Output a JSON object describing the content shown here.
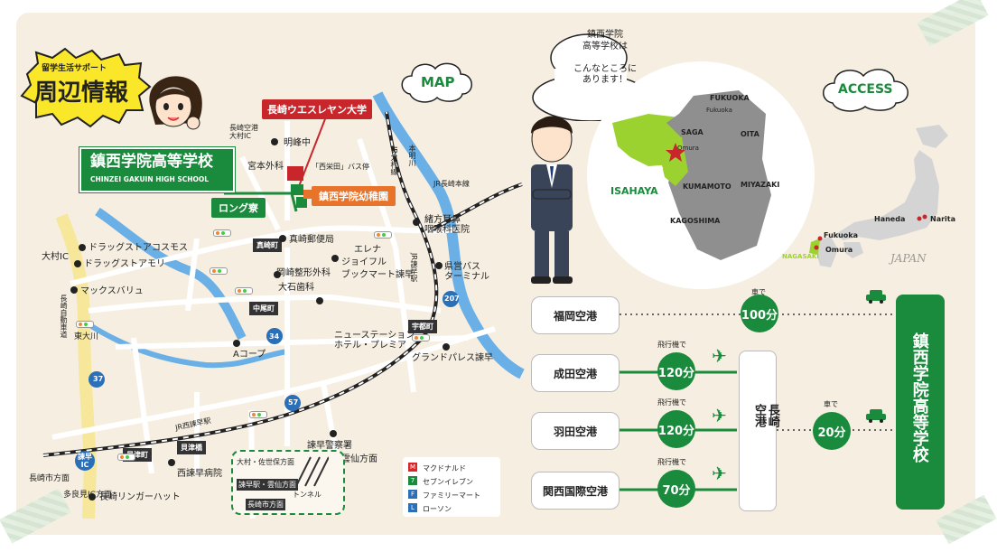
{
  "header": {
    "tag": "留学生活サポート",
    "title": "周辺情報"
  },
  "map": {
    "cloud_label": "MAP",
    "school_jp": "鎮西学院高等学校",
    "school_en": "CHINZEI GAKUIN HIGH SCHOOL",
    "university": "長崎ウエスレヤン大学",
    "kindergarten": "鎮西学院幼稚園",
    "dorm": "ロング寮",
    "bus_stop": "「西栄田」バス停",
    "labels": {
      "nagasaki_airport_ic": "長崎空港\n大村IC",
      "meiho_jhs": "明峰中",
      "miyamoto_surgery": "宮本外科",
      "jr_omura_line": "JR大村線",
      "honmyo_river": "本明川",
      "jr_nagasaki_line": "JR長崎本線",
      "ogata_ent": "緒方耳鼻\n咽喉科医院",
      "omura_ic": "大村IC",
      "drug_cosmos": "ドラッグストアコスモス",
      "drug_mori": "ドラッグストアモリ",
      "max_value": "マックスバリュ",
      "nagasaki_expressway": "長崎自動車道",
      "higashi_omuta_river": "東大川",
      "route37": "37",
      "masaki_cho": "真崎町",
      "masaki_post": "真崎郵便局",
      "okazaki_ortho": "岡崎整形外科",
      "oishi_dental": "大石歯科",
      "elena": "エレナ",
      "joyful": "ジョイフル",
      "bookmart": "ブックマート諫早",
      "isahaya_station": "JR諫早駅",
      "bus_terminal": "県営バス\nターミナル",
      "route207": "207",
      "nakao_cho": "中尾町",
      "route34": "34",
      "acoop": "Aコープ",
      "new_station_hotel": "ニューステーション\nホテル・プレミア",
      "ubu_cho": "宇都町",
      "grand_palace": "グランドパレス諫早",
      "route57": "57",
      "jr_nishi_isahaya": "JR西諫早駅",
      "isahaya_ic": "諫早\nIC",
      "nagasaki_city_dir": "長崎市方面",
      "tara_mi_dir": "多良見IC方面",
      "kaizu_cho": "貝津町",
      "kaizu_bridge": "貝津橋",
      "nagasaki_ringer": "長崎リンガーハット",
      "nishi_isahaya_hosp": "西諫早病院",
      "isahaya_police": "諫早警察署",
      "obama_unzen_dir": "小浜・雲仙方面",
      "inset_omura_sasebo": "大村・佐世保方面",
      "inset_isahaya_unzen": "諫早駅・雲仙方面",
      "inset_tunnel": "トンネル",
      "inset_nagasaki_dir": "長崎市方面"
    },
    "legend": [
      {
        "icon": "M",
        "label": "マクドナルド",
        "color": "#d8262a"
      },
      {
        "icon": "7",
        "label": "セブンイレブン",
        "color": "#1a8a3c"
      },
      {
        "icon": "F",
        "label": "ファミリーマート",
        "color": "#2a6fb8"
      },
      {
        "icon": "L",
        "label": "ローソン",
        "color": "#2a6fb8"
      }
    ]
  },
  "access": {
    "cloud_label": "ACCESS",
    "bubble": "鎮西学院\n高等学校は\n\nこんなところに\nあります！",
    "kyushu_labels": {
      "fukuoka": "FUKUOKA",
      "fukuoka_city": "Fukuoka",
      "saga": "SAGA",
      "oita": "OITA",
      "nagasaki": "NAGASAKI",
      "omura": "Omura",
      "isahaya": "ISAHAYA",
      "kumamoto": "KUMAMOTO",
      "miyazaki": "MIYAZAKI",
      "kagoshima": "KAGOSHIMA"
    },
    "japan_labels": {
      "haneda": "Haneda",
      "narita": "Narita",
      "fukuoka": "Fukuoka",
      "omura": "Omura",
      "nagasaki": "NAGASAKI",
      "japan": "JAPAN"
    },
    "airports": [
      "福岡空港",
      "成田空港",
      "羽田空港",
      "関西国際空港"
    ],
    "mode_car": "車で",
    "mode_plane": "飛行機で",
    "times": {
      "fukuoka": "100分",
      "narita": "120分",
      "haneda": "120分",
      "kansai": "70分",
      "nagasaki_school": "20分"
    },
    "nagasaki_airport": "長崎\n空港",
    "school": "鎮西学院高等学校",
    "colors": {
      "green": "#1a8a3c",
      "red": "#c9262c",
      "orange": "#e8732a"
    }
  }
}
